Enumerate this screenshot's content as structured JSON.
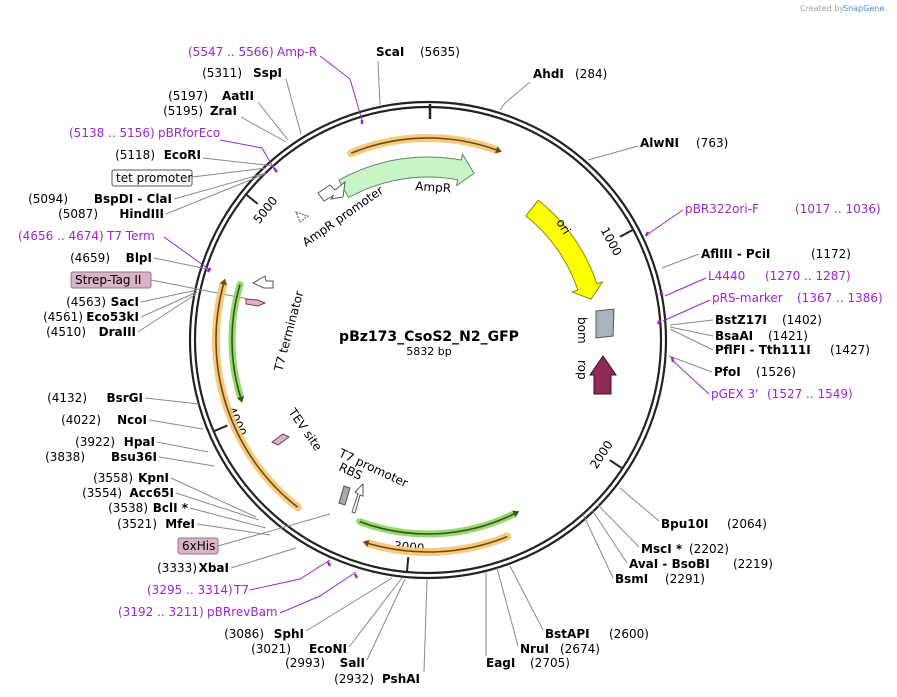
{
  "branding": {
    "created_by": "Created by",
    "app": "SnapGene"
  },
  "plasmid": {
    "name": "pBz173_CsoS2_N2_GFP",
    "length": "5832 bp"
  },
  "ticks": [
    "1000",
    "2000",
    "3000",
    "4000",
    "5000"
  ],
  "features": {
    "AmpR": "AmpR",
    "AmpR_promoter": "AmpR promoter",
    "ori": "ori",
    "bom": "bom",
    "rop": "rop",
    "T7_terminator": "T7 terminator",
    "TEV_site": "TEV site",
    "T7_promoter": "T7 promoter",
    "RBS": "RBS"
  },
  "sites_right": [
    {
      "name": "ScaI",
      "pos": "(5635)"
    },
    {
      "name": "AhdI",
      "pos": "(284)"
    },
    {
      "name": "AlwNI",
      "pos": "(763)"
    },
    {
      "name": "AflIII  -  PciI",
      "pos": "(1172)"
    },
    {
      "name": "BstZ17I",
      "pos": "(1402)"
    },
    {
      "name": "BsaAI",
      "pos": "(1421)"
    },
    {
      "name": "PflFI  -  Tth111I",
      "pos": "(1427)"
    },
    {
      "name": "PfoI",
      "pos": "(1526)"
    },
    {
      "name": "Bpu10I",
      "pos": "(2064)"
    },
    {
      "name": "MscI *",
      "pos": "(2202)"
    },
    {
      "name": "AvaI  -  BsoBI",
      "pos": "(2219)"
    },
    {
      "name": "BsmI",
      "pos": "(2291)"
    },
    {
      "name": "BstAPI",
      "pos": "(2600)"
    },
    {
      "name": "NruI",
      "pos": "(2674)"
    },
    {
      "name": "EagI",
      "pos": "(2705)"
    }
  ],
  "sites_left": [
    {
      "name": "SspI",
      "pos": "(5311)"
    },
    {
      "name": "AatII",
      "pos": "(5197)"
    },
    {
      "name": "ZraI",
      "pos": "(5195)"
    },
    {
      "name": "EcoRI",
      "pos": "(5118)"
    },
    {
      "name": "BspDI  -  ClaI",
      "pos": "(5094)"
    },
    {
      "name": "HindIII",
      "pos": "(5087)"
    },
    {
      "name": "BlpI",
      "pos": "(4659)"
    },
    {
      "name": "SacI",
      "pos": "(4563)"
    },
    {
      "name": "Eco53kI",
      "pos": "(4561)"
    },
    {
      "name": "DraIII",
      "pos": "(4510)"
    },
    {
      "name": "BsrGI",
      "pos": "(4132)"
    },
    {
      "name": "NcoI",
      "pos": "(4022)"
    },
    {
      "name": "HpaI",
      "pos": "(3922)"
    },
    {
      "name": "Bsu36I",
      "pos": "(3838)"
    },
    {
      "name": "KpnI",
      "pos": "(3558)"
    },
    {
      "name": "Acc65I",
      "pos": "(3554)"
    },
    {
      "name": "BclI *",
      "pos": "(3538)"
    },
    {
      "name": "MfeI",
      "pos": "(3521)"
    },
    {
      "name": "XbaI",
      "pos": "(3333)"
    },
    {
      "name": "SphI",
      "pos": "(3086)"
    },
    {
      "name": "EcoNI",
      "pos": "(3021)"
    },
    {
      "name": "SalI",
      "pos": "(2993)"
    },
    {
      "name": "PshAI",
      "pos": "(2932)"
    }
  ],
  "primers": [
    {
      "name": "Amp-R",
      "range": "(5547 .. 5566)"
    },
    {
      "name": "pBRforEco",
      "range": "(5138 .. 5156)"
    },
    {
      "name": "T7 Term",
      "range": "(4656 .. 4674)"
    },
    {
      "name": "pBR322ori-F",
      "range": "(1017 .. 1036)"
    },
    {
      "name": "L4440",
      "range": "(1270 .. 1287)"
    },
    {
      "name": "pRS-marker",
      "range": "(1367 .. 1386)"
    },
    {
      "name": "pGEX 3'",
      "range": "(1527 .. 1549)"
    },
    {
      "name": "T7",
      "range": "(3295 .. 3314)"
    },
    {
      "name": "pBRrevBam",
      "range": "(3192 .. 3211)"
    }
  ],
  "boxed": {
    "tet_promoter": "tet promoter",
    "strep_tag": "Strep-Tag II",
    "his_tag": "6xHis"
  },
  "colors": {
    "AmpR": "#c8f5c8",
    "ori": "#ffff00",
    "bom": "#a8b2bc",
    "rop": "#8f2a57",
    "green_feature": "#88d05a",
    "orange_halo": "#f6c46f",
    "primer": "#9b27c9",
    "tag_box": "#d9b3c6"
  }
}
